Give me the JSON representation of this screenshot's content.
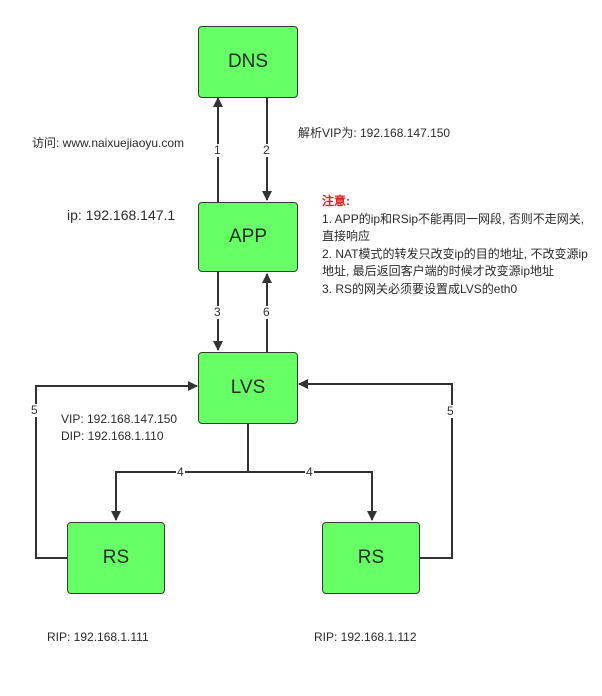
{
  "nodes": {
    "dns": "DNS",
    "app": "APP",
    "lvs": "LVS",
    "rs_left": "RS",
    "rs_right": "RS"
  },
  "labels": {
    "visit": "访问: www.naixuejiaoyu.com",
    "resolve": "解析VIP为: 192.168.147.150",
    "app_ip": "ip: 192.168.147.1",
    "vip": "VIP: 192.168.147.150",
    "dip": "DIP: 192.168.1.110",
    "rip_left": "RIP: 192.168.1.111",
    "rip_right": "RIP: 192.168.1.112"
  },
  "steps": {
    "s1": "1",
    "s2": "2",
    "s3": "3",
    "s6": "6",
    "s4_left": "4",
    "s4_right": "4",
    "s5_left": "5",
    "s5_right": "5"
  },
  "note": {
    "title": "注意:",
    "line1": "1. APP的ip和RSip不能再同一网段, 否则不走网关, 直接响应",
    "line2": "2. NAT模式的转发只改变ip的目的地址, 不改变源ip地址, 最后返回客户端的时候才改变源ip地址",
    "line3": "3. RS的网关必须要设置成LVS的eth0"
  },
  "colors": {
    "node_fill": "#66ff66",
    "note_title": "#e02020"
  }
}
